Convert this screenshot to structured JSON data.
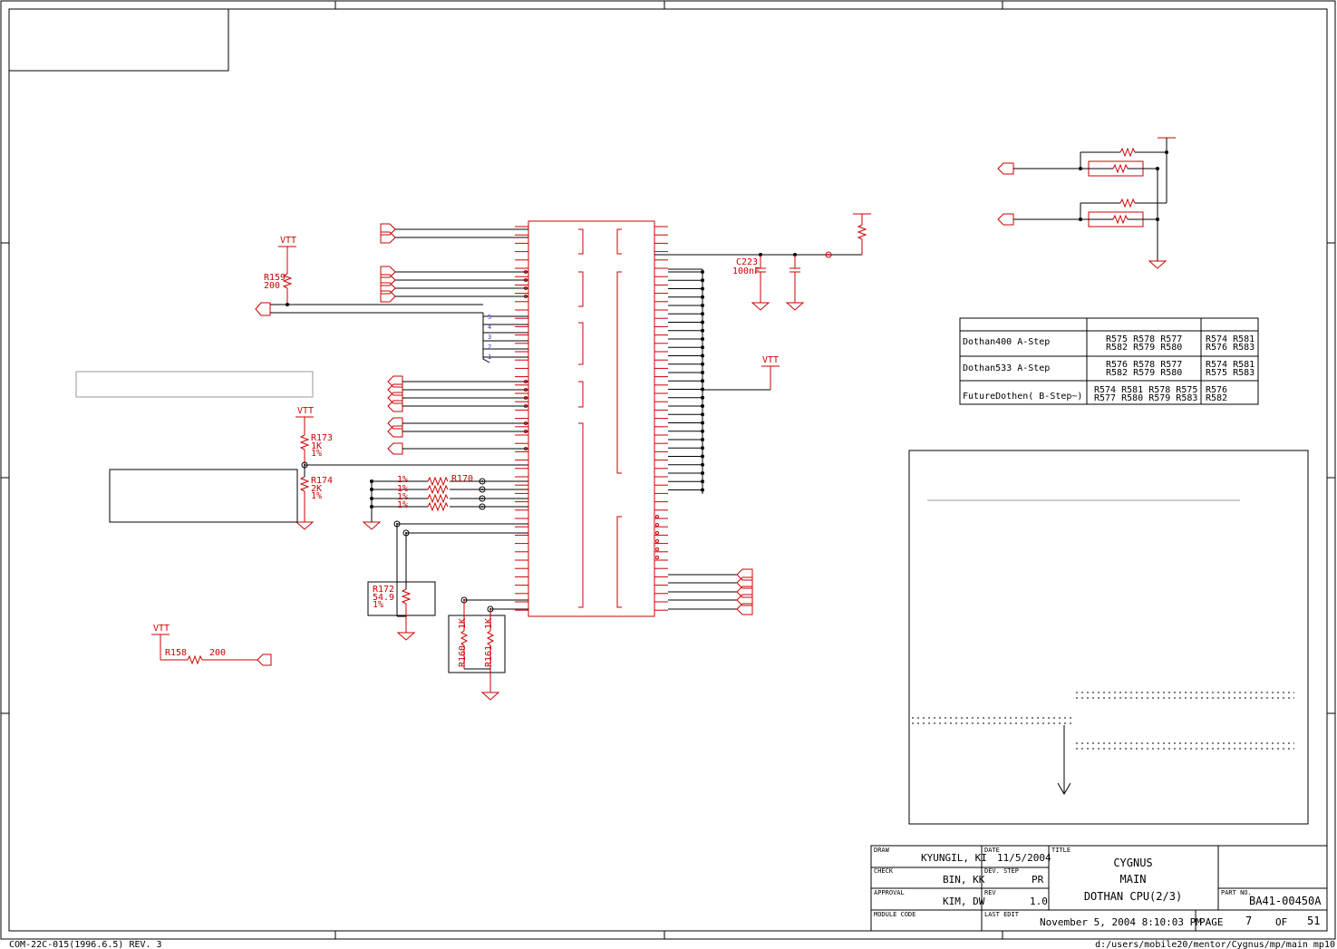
{
  "labels": {
    "vtt": "VTT",
    "r159": "R159",
    "r159_val": "200",
    "c223": "C223",
    "c223_val": "100nF",
    "r173": "R173",
    "r173_val": "1K",
    "r173_tol": "1%",
    "r174": "R174",
    "r174_val": "2K",
    "r174_tol": "1%",
    "r170": "R170",
    "r170_tols": [
      "1%",
      "1%",
      "1%",
      "1%"
    ],
    "r172": "R172",
    "r172_val": "54.9",
    "r172_tol": "1%",
    "r160": "R160",
    "r160_val": "1K",
    "r161": "R161",
    "r161_val": "1K",
    "r158": "R158",
    "r158_val": "200",
    "pin_nums": [
      "5",
      "4",
      "3",
      "2",
      "1"
    ]
  },
  "strap_table": {
    "rows": [
      {
        "name": "Dothan400 A-Step",
        "c1a": "R575  R578 R577",
        "c1b": "R582  R579 R580",
        "c2a": "R574  R581",
        "c2b": "R576  R583"
      },
      {
        "name": "Dothan533 A-Step",
        "c1a": "R576  R578 R577",
        "c1b": "R582  R579 R580",
        "c2a": "R574  R581",
        "c2b": "R575  R583"
      },
      {
        "name": "FutureDothen( B-Step~)",
        "c1a": "R574  R581 R578  R575",
        "c1b": "R577  R580 R579  R583",
        "c2a": "R576",
        "c2b": "R582"
      }
    ]
  },
  "title_block": {
    "draw_label": "DRAW",
    "draw": "KYUNGIL, KI",
    "date_label": "DATE",
    "date": "11/5/2004",
    "check_label": "CHECK",
    "check": "BIN, KK",
    "dev_step_label": "DEV. STEP",
    "dev_step": "PR",
    "approval_label": "APPROVAL",
    "approval": "KIM, DW",
    "rev_label": "REV",
    "rev": "1.0",
    "module_code_label": "MODULE CODE",
    "last_edit_label": "LAST EDIT",
    "last_edit": "November 5, 2004  8:10:03 PM",
    "title_label": "TITLE",
    "title_1": "CYGNUS",
    "title_2": "MAIN",
    "title_3": "DOTHAN CPU(2/3)",
    "part_no_label": "PART NO.",
    "part_no": "BA41-00450A",
    "page_label": "PAGE",
    "page": "7",
    "of_label": "OF",
    "total_pages": "51"
  },
  "footer": {
    "form_id": "COM-22C-015(1996.6.5) REV. 3",
    "path": "d:/users/mobile20/mentor/Cygnus/mp/main_mp10"
  }
}
